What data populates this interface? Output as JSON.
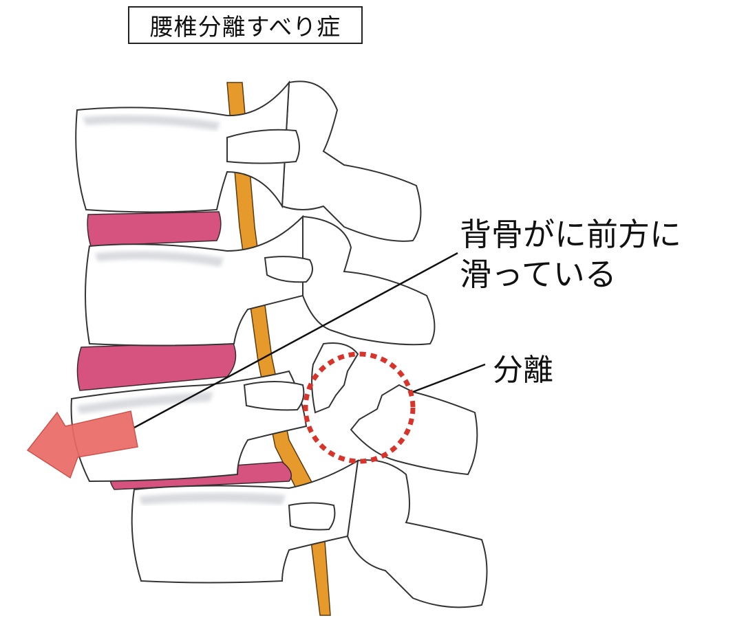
{
  "title": "腰椎分離すべり症",
  "annotations": {
    "slip_line1": "背骨がに前方に",
    "slip_line2": "滑っている",
    "separation": "分離"
  },
  "colors": {
    "bone": "#ffffff",
    "bone_shadow": "#c9ccd1",
    "outline": "#333333",
    "disc": "#d6537f",
    "spinal_cord": "#e79a2c",
    "arrow": "#ea6a64",
    "dotted_circle": "#d9342b"
  },
  "icons": {
    "arrow": "arrow-left-icon",
    "highlight": "dotted-circle-icon"
  }
}
